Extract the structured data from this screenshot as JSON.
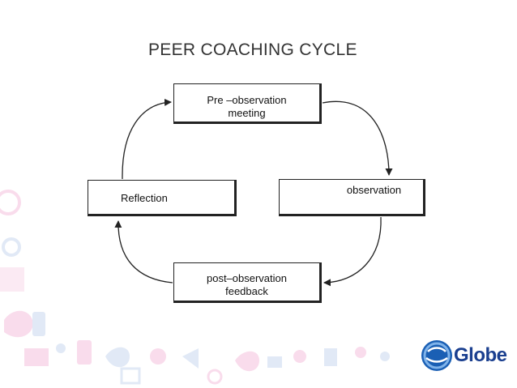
{
  "title": "PEER COACHING CYCLE",
  "nodes": {
    "pre": {
      "line1": "Pre –observation",
      "line2": "meeting"
    },
    "observation": {
      "label": "observation"
    },
    "reflection": {
      "label": "Reflection"
    },
    "post": {
      "line1": "post–observation",
      "line2": "feedback"
    }
  },
  "logo": {
    "text": "Globe"
  },
  "colors": {
    "accent_blue": "#1a3f8f",
    "decor_pink": "#f4c0dc",
    "decor_blue": "#c9d8ee"
  }
}
